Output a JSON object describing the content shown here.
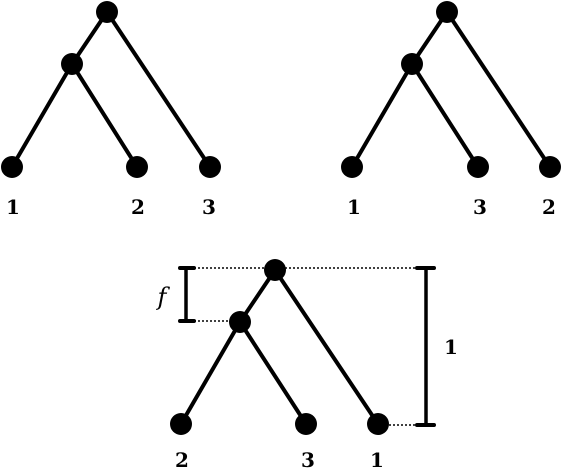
{
  "trees": [
    {
      "leaf_labels": [
        "1",
        "2",
        "3"
      ]
    },
    {
      "leaf_labels": [
        "1",
        "3",
        "2"
      ]
    },
    {
      "leaf_labels": [
        "2",
        "3",
        "1"
      ]
    }
  ],
  "annotations": {
    "internal_height": "f",
    "total_height": "1"
  },
  "colors": {
    "ink": "#000000",
    "background": "#ffffff"
  }
}
